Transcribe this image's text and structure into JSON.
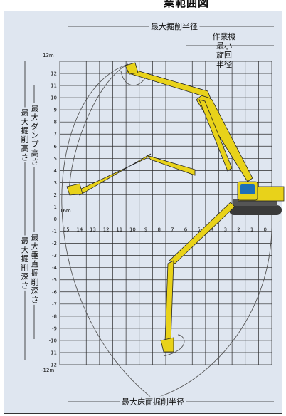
{
  "title": "業範囲図",
  "labels": {
    "max_reach": "最大掘削半径",
    "min_swing_radius": [
      "作業機",
      "最小",
      "旋回",
      "半径"
    ],
    "max_dump_height": "最大ダンプ高さ",
    "max_dig_height": "最大掘削高さ",
    "max_vertical_dig_depth": "最大垂直掘削深さ",
    "max_dig_depth": "最大掘削深さ",
    "max_floor_reach": "最大床面掘削半径"
  },
  "axis": {
    "y_top_label": "13m",
    "y_bottom_label": "-12m",
    "y_ticks": [
      "12",
      "11",
      "10",
      "9",
      "8",
      "7",
      "6",
      "5",
      "4",
      "3",
      "2",
      "1",
      "0",
      "-1",
      "-2",
      "-3",
      "-4",
      "-5",
      "-6",
      "-7",
      "-8",
      "-9",
      "-10",
      "-11",
      "-12"
    ],
    "x_origin_label": "16m",
    "x_ticks": [
      "15",
      "14",
      "13",
      "12",
      "11",
      "10",
      "9",
      "8",
      "7",
      "6",
      "5",
      "4",
      "3",
      "2",
      "1",
      "0"
    ]
  },
  "colors": {
    "grid": "#2a2a2a",
    "background": "#dfe6f0",
    "excavator": "#e8d21a",
    "cab": "#1e6fb8",
    "track": "#3a3a3a"
  }
}
